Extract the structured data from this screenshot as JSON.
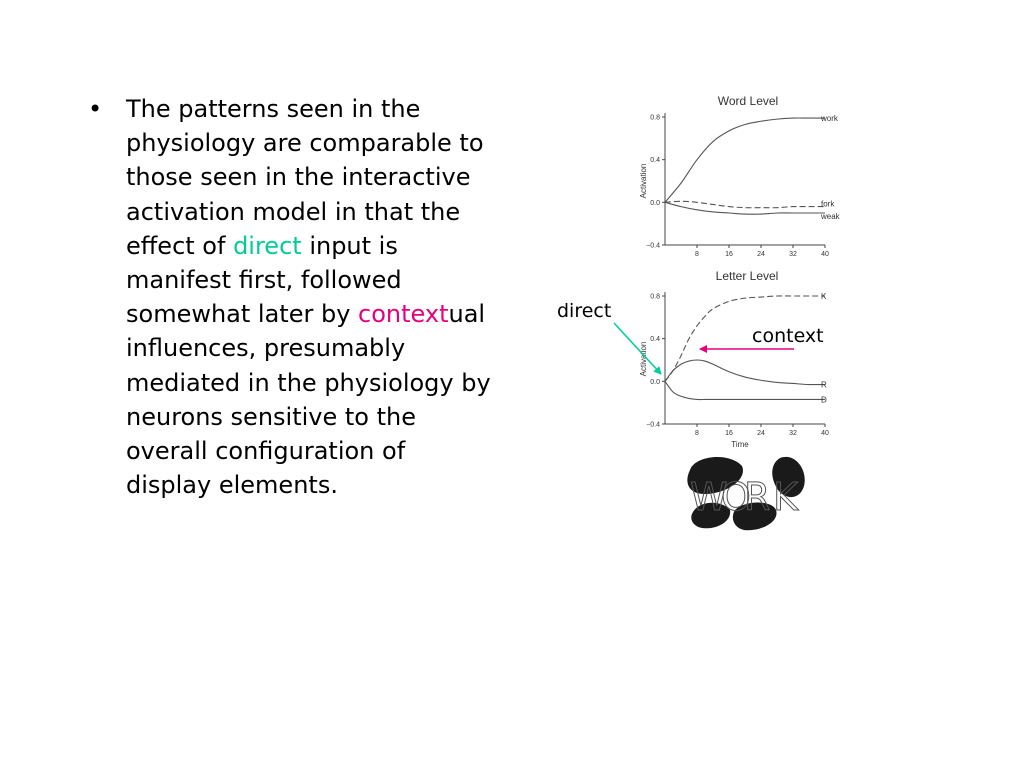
{
  "slide": {
    "bullet": "•",
    "text_part1": "The patterns seen in the physiology are comparable to those seen in the interactive activation model in that the effect of ",
    "direct_word": "direct",
    "text_part2": " input is manifest first, followed somewhat later by ",
    "context_word": "context",
    "text_part3": "ual influences, presumably mediated in the physiology by neurons sensitive to the overall configuration of display elements.",
    "direct_color": "#00cc99",
    "context_color": "#e6007e"
  },
  "annotations": {
    "direct_label": "direct",
    "context_label": "context",
    "direct_arrow_color": "#00cc99",
    "context_arrow_color": "#e6007e"
  },
  "chart_data": [
    {
      "type": "line",
      "title": "Word Level",
      "ylabel": "Activation",
      "xlabel": "",
      "xlim": [
        0,
        40
      ],
      "ylim": [
        -0.4,
        0.8
      ],
      "x_ticks": [
        "8",
        "16",
        "24",
        "32",
        "40"
      ],
      "y_ticks": [
        "0.8",
        "0.4",
        "0.0",
        "-0.4"
      ],
      "x": [
        0,
        4,
        8,
        12,
        16,
        20,
        24,
        28,
        32,
        36,
        40
      ],
      "series": [
        {
          "name": "work",
          "style": "solid",
          "values": [
            0.0,
            0.18,
            0.4,
            0.57,
            0.67,
            0.73,
            0.76,
            0.78,
            0.79,
            0.79,
            0.79
          ]
        },
        {
          "name": "fork",
          "style": "dashed",
          "values": [
            0.0,
            0.01,
            0.0,
            -0.02,
            -0.04,
            -0.05,
            -0.05,
            -0.05,
            -0.04,
            -0.04,
            -0.04
          ]
        },
        {
          "name": "weak",
          "style": "solid",
          "values": [
            0.0,
            -0.04,
            -0.07,
            -0.09,
            -0.1,
            -0.11,
            -0.11,
            -0.1,
            -0.1,
            -0.1,
            -0.1
          ]
        }
      ]
    },
    {
      "type": "line",
      "title": "Letter Level",
      "ylabel": "Activation",
      "xlabel": "Time",
      "xlim": [
        0,
        40
      ],
      "ylim": [
        -0.4,
        0.8
      ],
      "x_ticks": [
        "8",
        "16",
        "24",
        "32",
        "40"
      ],
      "y_ticks": [
        "0.8",
        "0.4",
        "0.0",
        "-0.4"
      ],
      "x": [
        0,
        2,
        4,
        6,
        8,
        10,
        12,
        16,
        20,
        24,
        28,
        32,
        36,
        40
      ],
      "series": [
        {
          "name": "K",
          "style": "dashed",
          "values": [
            0.0,
            0.1,
            0.24,
            0.4,
            0.52,
            0.61,
            0.68,
            0.75,
            0.78,
            0.79,
            0.8,
            0.8,
            0.8,
            0.8
          ]
        },
        {
          "name": "R",
          "style": "solid",
          "values": [
            0.0,
            0.1,
            0.16,
            0.19,
            0.2,
            0.19,
            0.16,
            0.09,
            0.04,
            0.01,
            -0.01,
            -0.02,
            -0.03,
            -0.03
          ]
        },
        {
          "name": "D",
          "style": "solid",
          "values": [
            0.0,
            -0.1,
            -0.14,
            -0.16,
            -0.17,
            -0.17,
            -0.17,
            -0.17,
            -0.17,
            -0.17,
            -0.17,
            -0.17,
            -0.17,
            -0.17
          ]
        }
      ]
    }
  ],
  "stimulus": {
    "letters": [
      "W",
      "O",
      "R",
      "K"
    ],
    "ink_color": "#1a1a1a"
  }
}
